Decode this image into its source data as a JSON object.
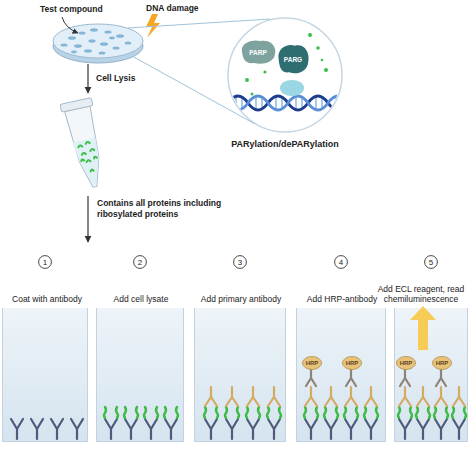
{
  "diagram": {
    "nodes": [
      {
        "text": [
          "PARylation/dePARylation"
        ]
      },
      {
        "text": [
          "PARP"
        ],
        "in": 0
      },
      {
        "text": [
          "PARG"
        ],
        "in": 0
      },
      {
        "text": [
          "1"
        ]
      },
      {
        "text": [
          "Coat with antibody"
        ]
      },
      {
        "text": [
          "2"
        ]
      },
      {
        "text": [
          "Add cell lysate"
        ]
      },
      {
        "text": [
          "3"
        ]
      },
      {
        "text": [
          "Add primary antibody"
        ]
      },
      {
        "text": [
          "4"
        ]
      },
      {
        "text": [
          "Add HRP-antibody"
        ]
      },
      {
        "text": [
          "HRP"
        ],
        "in": 10
      },
      {
        "text": [
          "HRP"
        ],
        "in": 10
      },
      {
        "text": [
          "5"
        ]
      },
      {
        "text": [
          "Add ECL reagent, read chemiluminescence"
        ]
      },
      {
        "text": [
          "HRP"
        ],
        "in": 14
      },
      {
        "text": [
          "HRP"
        ],
        "in": 14
      }
    ],
    "labels": [
      "Test compound",
      "DNA damage",
      "Cell Lysis",
      "Contains all proteins including ribosylated proteins"
    ]
  }
}
